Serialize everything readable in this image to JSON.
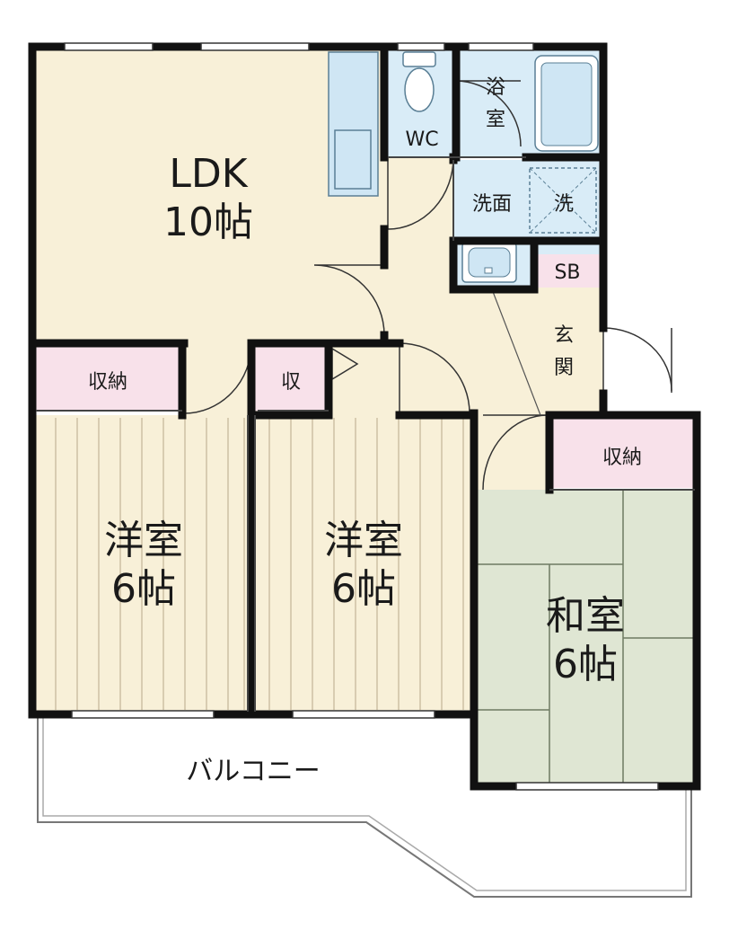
{
  "rooms": {
    "ldk": {
      "name": "LDK",
      "size": "10帖"
    },
    "western1": {
      "name": "洋室",
      "size": "6帖"
    },
    "western2": {
      "name": "洋室",
      "size": "6帖"
    },
    "japanese": {
      "name": "和室",
      "size": "6帖"
    },
    "storage1": "収納",
    "storage2": "収",
    "storage3": "収納",
    "wc": "WC",
    "bath": [
      "浴",
      "室"
    ],
    "washroom": "洗面",
    "washer": "洗",
    "shoebox": "SB",
    "entrance": [
      "玄",
      "関"
    ],
    "balcony": "バルコニー"
  },
  "colors": {
    "wall": "#111111",
    "ldk_floor": "#f8f0d8",
    "hall_floor": "#f8f0d8",
    "wet_floor": "#d9ecf7",
    "storage_floor": "#f8e1ea",
    "western_floor": "#f8f0d8",
    "tatami": "#dfe6d3",
    "fixture_fill": "#cfe6f4",
    "fixture_line": "#5a7f95"
  }
}
